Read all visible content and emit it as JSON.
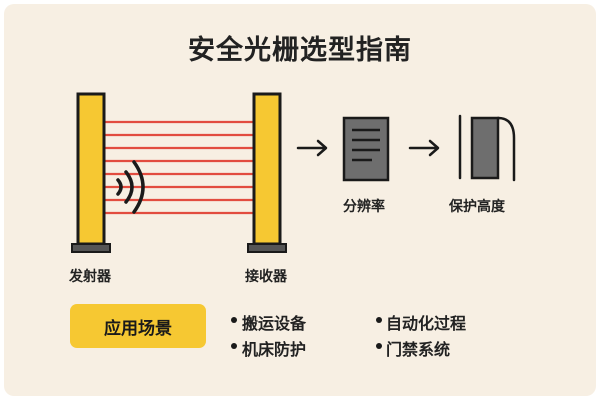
{
  "title": "安全光栅选型指南",
  "labels": {
    "emitter": "发射器",
    "receiver": "接收器",
    "resolution": "分辨率",
    "protection_height": "保护高度"
  },
  "applications": {
    "badge": "应用场景",
    "items": [
      "搬运设备",
      "自动化过程",
      "机床防护",
      "门禁系统"
    ]
  },
  "colors": {
    "background": "#f7efe3",
    "bar": "#f6c832",
    "beam": "#e24c3f",
    "outline": "#1a1a1a",
    "device": "#6e6e6e"
  },
  "icons": [
    "signal-wave-icon",
    "arrow-right-icon",
    "document-icon",
    "height-gauge-icon"
  ]
}
